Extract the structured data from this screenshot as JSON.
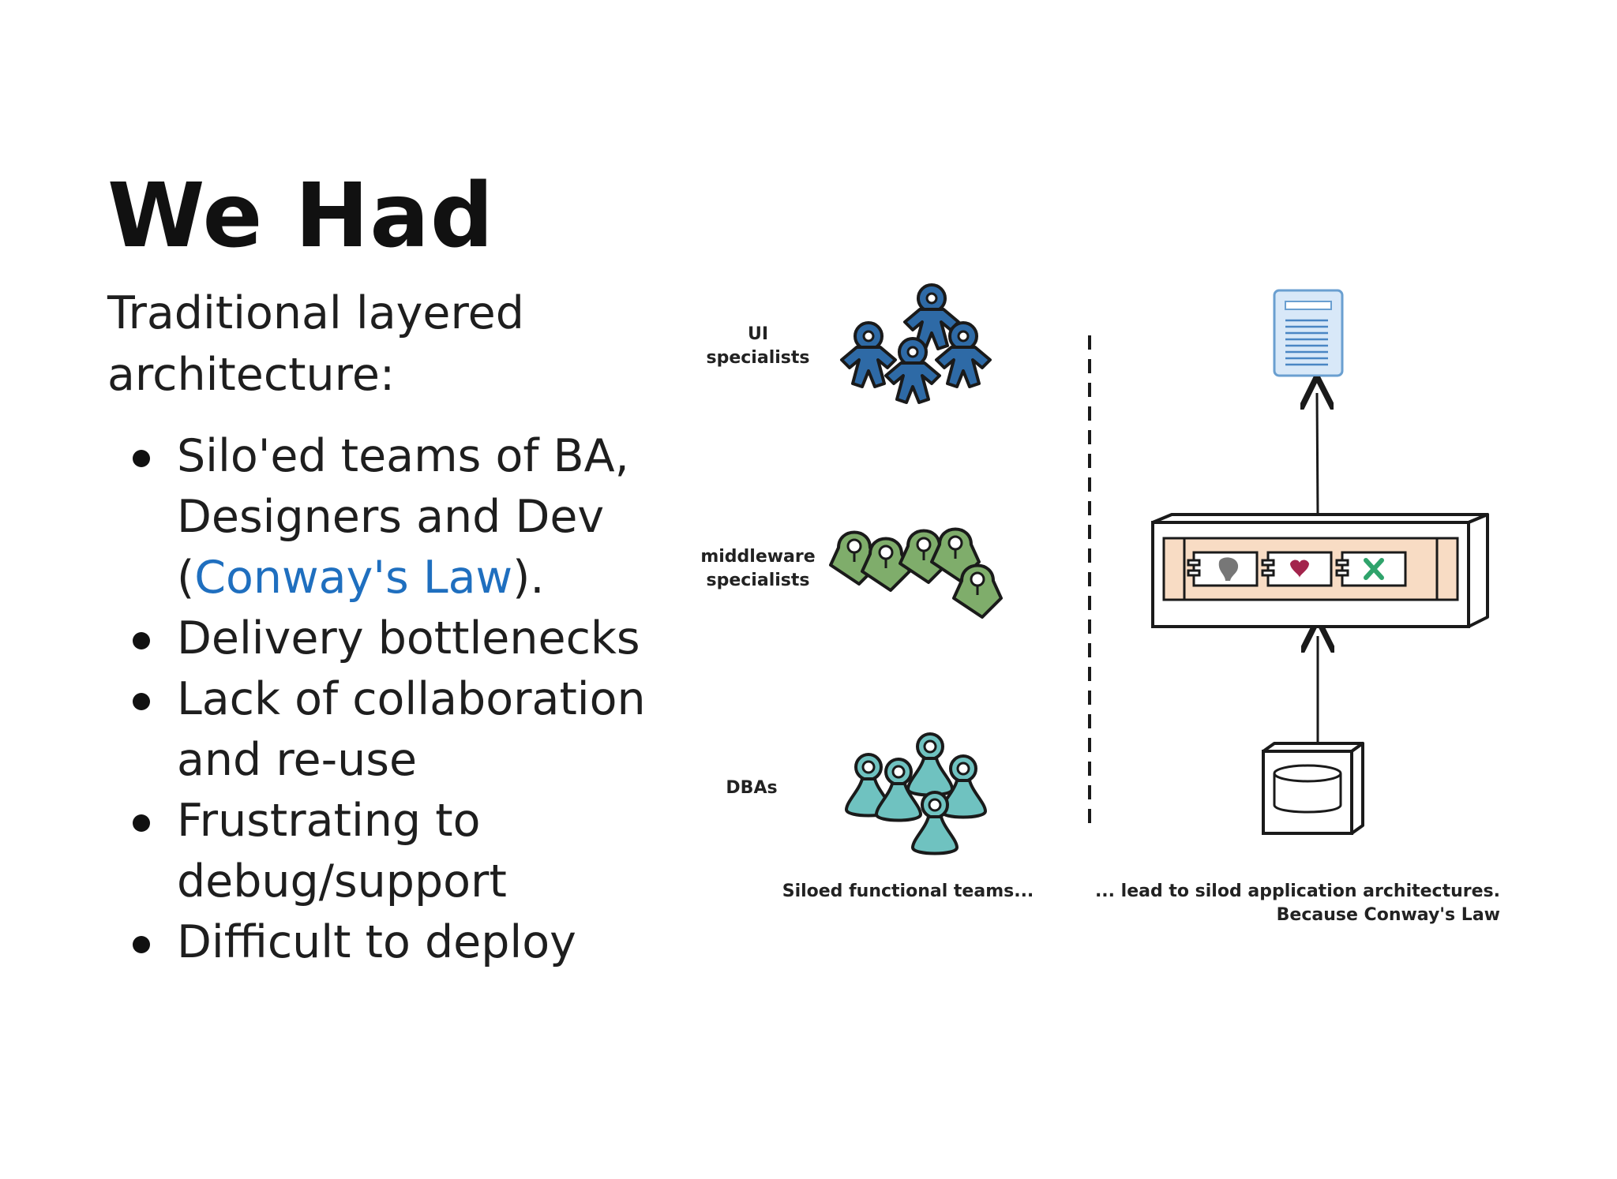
{
  "slide": {
    "title": "We Had",
    "subtitle": "Traditional layered architecture:",
    "bullets": [
      {
        "before": "Silo'ed teams of BA, Designers and Dev (",
        "link": "Conway's Law",
        "after": ")."
      },
      {
        "text": "Delivery bottlenecks"
      },
      {
        "text": "Lack of collaboration and re-use"
      },
      {
        "text": "Frustrating to debug/support"
      },
      {
        "text": "Difficult to deploy"
      }
    ],
    "link_color": "#1f6fbf"
  },
  "diagram": {
    "teams": [
      {
        "label_line1": "UI",
        "label_line2": "specialists",
        "color": "#2e6aa6",
        "icon": "person-group-icon"
      },
      {
        "label_line1": "middleware",
        "label_line2": "specialists",
        "color": "#7fad6b",
        "icon": "person-group-icon"
      },
      {
        "label_line1": "DBAs",
        "label_line2": "",
        "color": "#6fc2c0",
        "icon": "person-group-icon"
      }
    ],
    "caption_left": "Siloed functional teams...",
    "caption_right_line1": "... lead to silod application architectures.",
    "caption_right_line2": "Because Conway's Law",
    "architecture": {
      "top": "document-icon",
      "middle": "application-server-icon",
      "bottom": "database-icon",
      "server_fill": "#f8dcc4"
    }
  }
}
